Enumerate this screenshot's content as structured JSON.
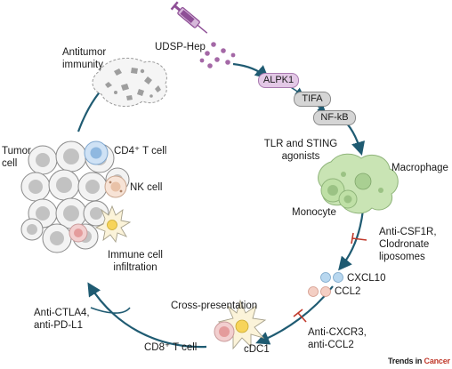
{
  "drug": {
    "label": "UDSP-Hep"
  },
  "pathway": {
    "alpk1": "ALPK1",
    "tifa": "TIFA",
    "nfkb": "NF-kB"
  },
  "agonists": {
    "line1": "TLR and STING",
    "line2": "agonists"
  },
  "cells": {
    "macrophage": "Macrophage",
    "monocyte": "Monocyte",
    "cd8": "CD8⁺ T cell",
    "cdc1": "cDC1",
    "cd4": "CD4⁺ T cell",
    "nk": "NK cell",
    "tumor_line1": "Tumor",
    "tumor_line2": "cell"
  },
  "chemokines": {
    "cxcl10": "CXCL10",
    "ccl2": "CCL2"
  },
  "inhibitors": {
    "csf1r": {
      "line1": "Anti-CSF1R,",
      "line2": "Clodronate",
      "line3": "liposomes"
    },
    "cxcr3": {
      "line1": "Anti-CXCR3,",
      "line2": "anti-CCL2"
    },
    "checkpoint": {
      "line1": "Anti-CTLA4,",
      "line2": "anti-PD-L1"
    }
  },
  "processes": {
    "cross_presentation": "Cross-presentation",
    "infiltration_line1": "Immune cell",
    "infiltration_line2": "infiltration",
    "immunity_line1": "Antitumor",
    "immunity_line2": "immunity"
  },
  "brand": {
    "part1": "Trends in ",
    "part2": "Cancer"
  },
  "colors": {
    "cycle_arrow": "#1f5b72",
    "inhibitor": "#c0392b",
    "alpk1_fill": "#e3c8e6",
    "gray_pill": "#d5d5d5",
    "macrophage": "#c9e4b4",
    "syringe": "#8e4f96",
    "cxcl10": "#b8d7ef",
    "ccl2": "#f4cfc4",
    "brand_accent": "#c0392b"
  },
  "icons": [
    "syringe-icon",
    "macrophage-icon",
    "monocyte-icon",
    "dendritic-cell-icon",
    "tumor-cluster-icon",
    "debris-icon"
  ]
}
